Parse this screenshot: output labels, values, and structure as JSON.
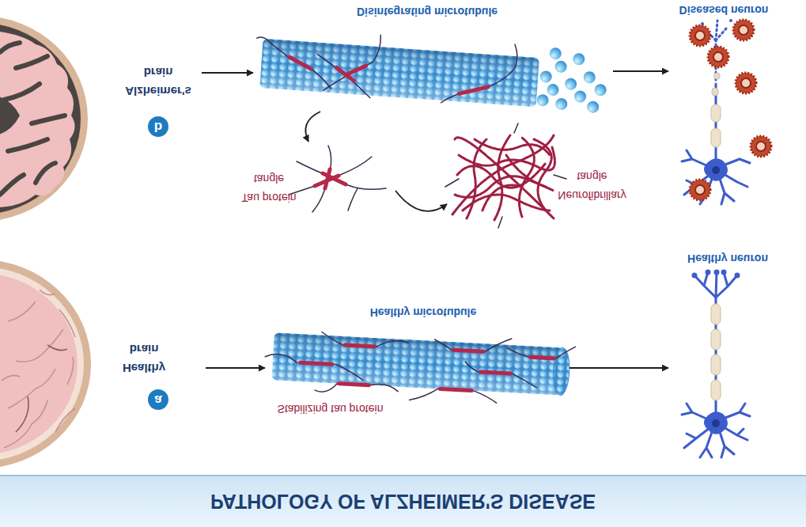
{
  "diagram": {
    "title": "PATHOLOGY OF ALZHEIMER'S DISEASE",
    "nodes": [
      {
        "text": [
          "Healthy brain"
        ]
      },
      {
        "text": [
          "a"
        ],
        "in": 0
      },
      {
        "text": [
          "Stabilizing tau protein",
          "Healthy microtubule"
        ]
      },
      {
        "text": [
          "Healthy neuron"
        ]
      },
      {
        "text": [
          "Alzheimer's brain"
        ]
      },
      {
        "text": [
          "b"
        ],
        "in": 4
      },
      {
        "text": [
          "Disintegrating microtubule"
        ]
      },
      {
        "text": [
          "Tau protein tangle"
        ]
      },
      {
        "text": [
          "Neurofibrillary tangle"
        ]
      },
      {
        "text": [
          "Diseased neuron"
        ]
      }
    ],
    "edges": [
      {
        "from": 0,
        "to": 2,
        "arrow": "to"
      },
      {
        "from": 2,
        "to": 3,
        "arrow": "to"
      },
      {
        "from": 4,
        "to": 6,
        "arrow": "to"
      },
      {
        "from": 6,
        "to": 9,
        "arrow": "to"
      },
      {
        "from": 6,
        "to": 7,
        "arrow": "to"
      },
      {
        "from": 7,
        "to": 8,
        "arrow": "to"
      }
    ]
  }
}
